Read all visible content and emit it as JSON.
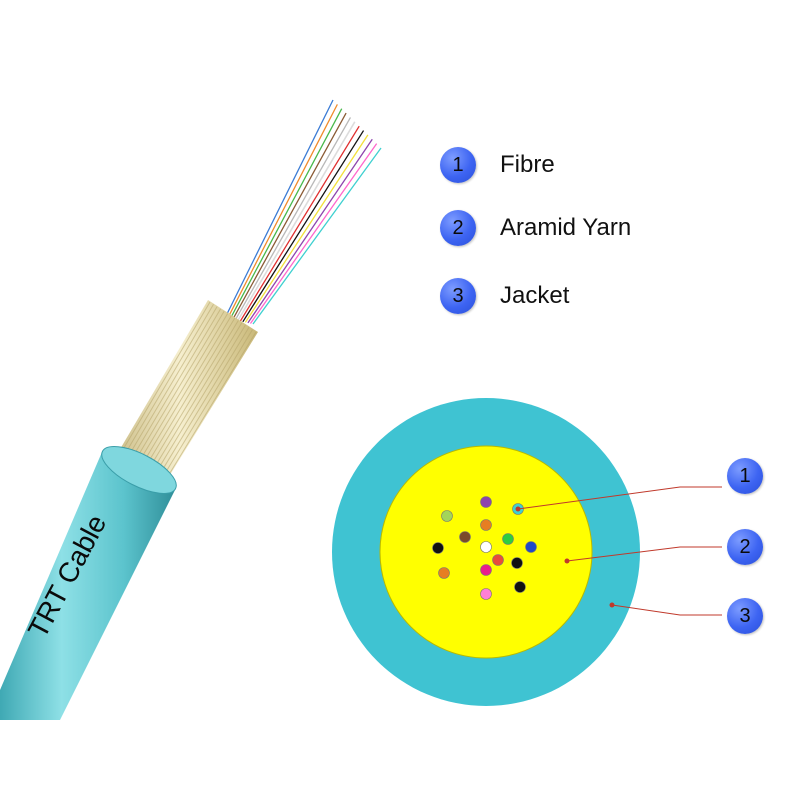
{
  "cable": {
    "label": "TRT Cable",
    "jacket_color": "#5fc6cf",
    "yarn_color": "#e9dfb0",
    "fibre_colors": [
      "#3a7bd5",
      "#f08a2a",
      "#48b84a",
      "#8a5a34",
      "#b8b8b8",
      "#ffffff",
      "#e03030",
      "#111111",
      "#f2e03a",
      "#8e44ad",
      "#ff66cc",
      "#3fd0d0"
    ]
  },
  "legend": [
    {
      "number": "1",
      "label": "Fibre"
    },
    {
      "number": "2",
      "label": "Aramid Yarn"
    },
    {
      "number": "3",
      "label": "Jacket"
    }
  ],
  "cross_section": {
    "jacket_color": "#3fc3d2",
    "yarn_color": "#ffff00",
    "leader_color": "#c0392b",
    "callouts": [
      {
        "number": "1",
        "part": "fibre"
      },
      {
        "number": "2",
        "part": "aramid-yarn"
      },
      {
        "number": "3",
        "part": "jacket"
      }
    ],
    "fibres": [
      {
        "color": "#8e44ad"
      },
      {
        "color": "#3fd0d0"
      },
      {
        "color": "#a3d55a"
      },
      {
        "color": "#e67e22"
      },
      {
        "color": "#7a4a2a"
      },
      {
        "color": "#ffffff"
      },
      {
        "color": "#2ecc40"
      },
      {
        "color": "#2049c8"
      },
      {
        "color": "#111111"
      },
      {
        "color": "#e74c3c"
      },
      {
        "color": "#e67e22"
      },
      {
        "color": "#e91e8c"
      },
      {
        "color": "#111111"
      },
      {
        "color": "#111111"
      },
      {
        "color": "#ff80d5"
      }
    ]
  }
}
